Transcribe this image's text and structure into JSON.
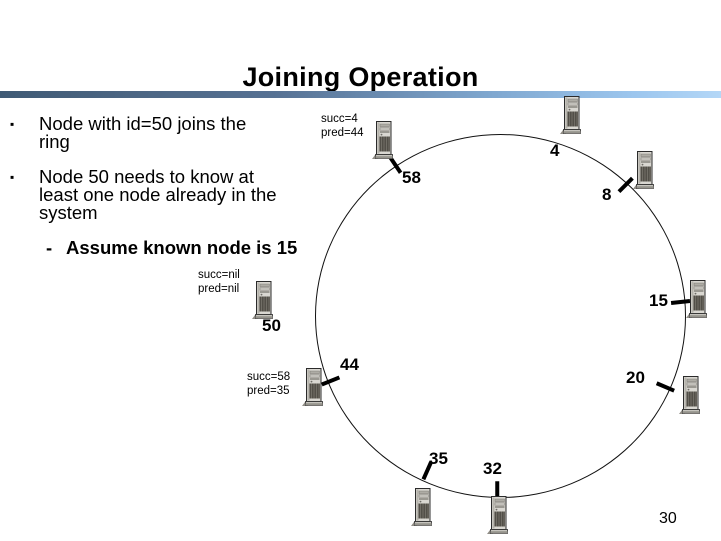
{
  "slide": {
    "title": "Joining Operation",
    "page_number": "30"
  },
  "bullets": [
    {
      "marker": "▪",
      "lines": [
        "Node with id=50 joins the",
        "ring"
      ]
    },
    {
      "marker": "▪",
      "lines": [
        "Node 50 needs to know at",
        "least one node already in the",
        "system"
      ]
    }
  ],
  "sub_bullet": {
    "dash": "-",
    "text": "Assume known node is 15"
  },
  "ring": {
    "modulus": 64,
    "nodes": [
      {
        "id": "58",
        "annotation_line1": "succ=4",
        "annotation_line2": "pred=44"
      },
      {
        "id": "4"
      },
      {
        "id": "8"
      },
      {
        "id": "15"
      },
      {
        "id": "20"
      },
      {
        "id": "32"
      },
      {
        "id": "35"
      },
      {
        "id": "44",
        "annotation_line1": "succ=58",
        "annotation_line2": "pred=35"
      }
    ],
    "joining_node": {
      "id": "50",
      "annotation_line1": "succ=nil",
      "annotation_line2": "pred=nil"
    }
  },
  "colors": {
    "divider_left": "#3f5a75",
    "divider_right": "#b4d7f7",
    "text": "#000000",
    "ring_stroke": "#111111"
  }
}
